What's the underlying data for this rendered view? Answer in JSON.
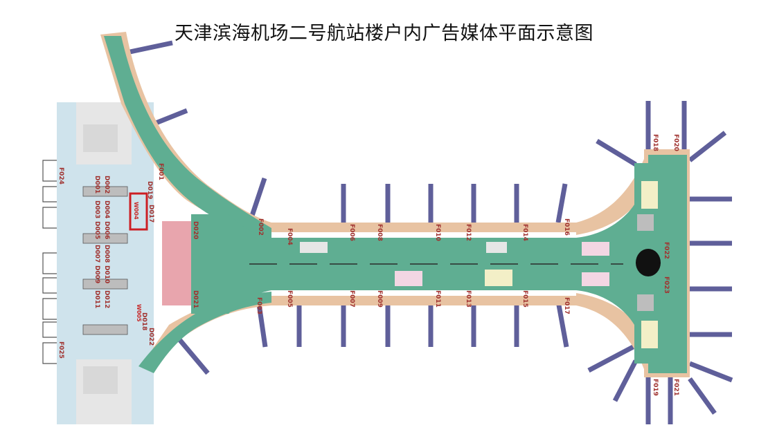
{
  "title": "天津滨海机场二号航站楼户内广告媒体平面示意图",
  "colors": {
    "concourse": "#5fae92",
    "walkway": "#e8c3a2",
    "jetbridge": "#5f5f9a",
    "landside": "#cfe3ec",
    "pink": "#e8a5ad",
    "highlight": "#cc1f24",
    "marker": "#a0322f"
  },
  "labels": {
    "F001": "F001",
    "F002": "F002",
    "F003": "F003",
    "F004": "F004",
    "F005": "F005",
    "F006": "F006",
    "F007": "F007",
    "F008": "F008",
    "F009": "F009",
    "F010": "F010",
    "F011": "F011",
    "F012": "F012",
    "F013": "F013",
    "F014": "F014",
    "F015": "F015",
    "F016": "F016",
    "F017": "F017",
    "F018": "F018",
    "F019": "F019",
    "F020": "F020",
    "F021": "F021",
    "F022": "F022",
    "F023": "F023",
    "F024": "F024",
    "F025": "F025",
    "D001": "D001",
    "D002": "D002",
    "D003": "D003",
    "D004": "D004",
    "D005": "D005",
    "D006": "D006",
    "D007": "D007",
    "D008": "D008",
    "D009": "D009",
    "D010": "D010",
    "D011": "D011",
    "D012": "D012",
    "D017": "D017",
    "D018": "D018",
    "D019": "D019",
    "D020": "D020",
    "D021": "D021",
    "D022": "D022",
    "W004": "W004",
    "W005": "W005"
  }
}
